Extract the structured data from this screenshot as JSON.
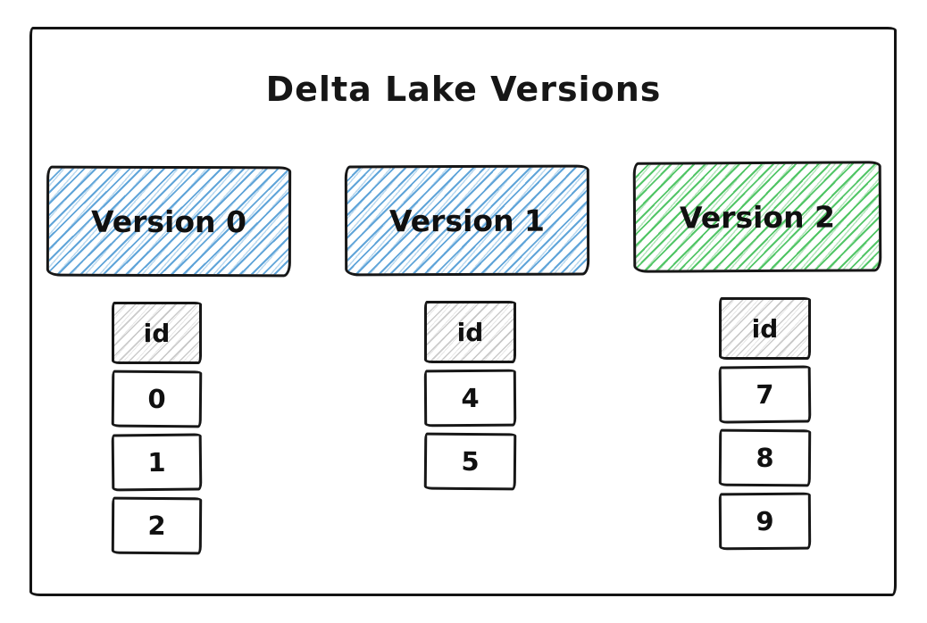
{
  "diagram": {
    "title": "Delta Lake Versions",
    "versions": [
      {
        "label": "Version 0",
        "fill": "blue-hatch",
        "table": {
          "header": "id",
          "rows": [
            "0",
            "1",
            "2"
          ]
        }
      },
      {
        "label": "Version 1",
        "fill": "blue-hatch",
        "table": {
          "header": "id",
          "rows": [
            "4",
            "5"
          ]
        }
      },
      {
        "label": "Version 2",
        "fill": "green-hatch",
        "table": {
          "header": "id",
          "rows": [
            "7",
            "8",
            "9"
          ]
        }
      }
    ],
    "colors": {
      "blue_hatch": "#58a0d7",
      "green_hatch": "#40c057",
      "header_hatch_gray": "#afafaf",
      "stroke": "#171717",
      "background": "#ffffff"
    }
  }
}
